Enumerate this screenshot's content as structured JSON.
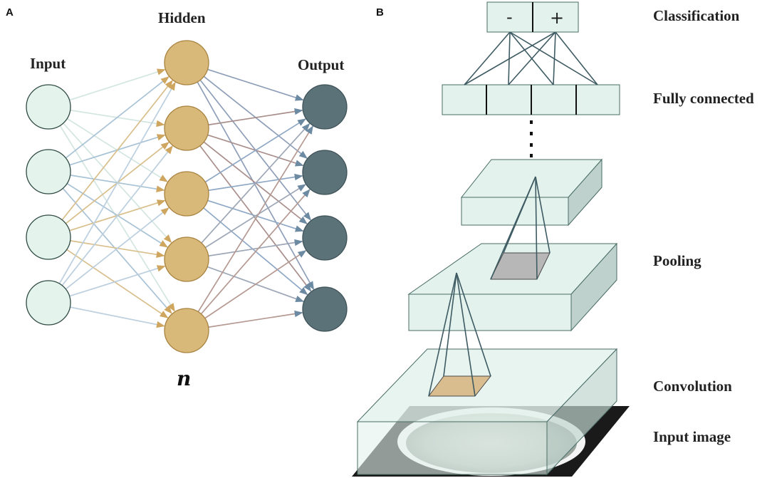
{
  "panel_a": {
    "letter": "A",
    "input_title": "Input",
    "hidden_title": "Hidden",
    "output_title": "Output",
    "hidden_layers_label": "n",
    "input_count": 4,
    "hidden_count": 5,
    "output_count": 4
  },
  "panel_b": {
    "letter": "B",
    "neg_sign": "-",
    "pos_sign": "+",
    "labels": {
      "classification": "Classification",
      "fully_connected": "Fully connected",
      "pooling": "Pooling",
      "convolution": "Convolution",
      "input_image": "Input image"
    },
    "fully_connected_units": 4
  },
  "colors": {
    "input_node": "#e4f3ec",
    "hidden_node": "#d8b97a",
    "output_node": "#5b7279",
    "slab_face": "#e3f2ec",
    "slab_side": "#bfd1cc",
    "pool_patch": "#b7b7b7",
    "conv_patch": "#d9bd8f",
    "edge": "#3e5b63"
  }
}
